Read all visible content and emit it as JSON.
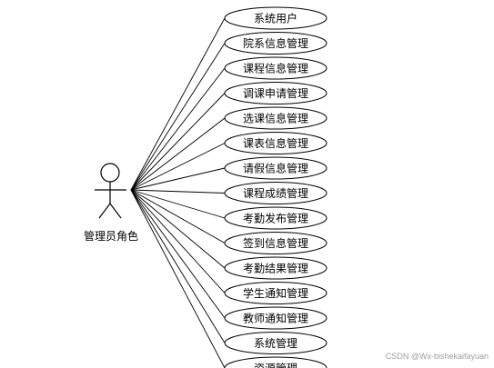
{
  "actor": {
    "label": "管理员角色"
  },
  "use_cases": [
    "系统用户",
    "院系信息管理",
    "课程信息管理",
    "调课申请管理",
    "选课信息管理",
    "课表信息管理",
    "请假信息管理",
    "课程成绩管理",
    "考勤发布管理",
    "签到信息管理",
    "考勤结果管理",
    "学生通知管理",
    "教师通知管理",
    "系统管理",
    "资源管理"
  ],
  "watermark": "CSDN @Wx-bishekaifayuan",
  "colors": {
    "stroke": "#000000",
    "text": "#000000",
    "background": "#ffffff",
    "watermark": "#a0a0a0"
  }
}
